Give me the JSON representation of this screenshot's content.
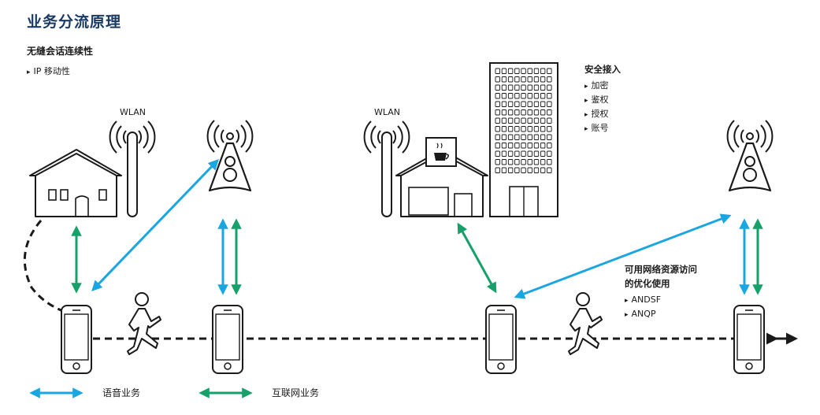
{
  "title": "业务分流原理",
  "seamless": {
    "heading": "无缝会话连续性",
    "items": [
      "IP 移动性"
    ]
  },
  "wlan_labels": [
    "WLAN",
    "WLAN"
  ],
  "secure_access": {
    "heading": "安全接入",
    "items": [
      "加密",
      "鉴权",
      "授权",
      "账号"
    ]
  },
  "optimization": {
    "heading_line1": "可用网络资源访问",
    "heading_line2": "的优化使用",
    "items": [
      "ANDSF",
      "ANQP"
    ]
  },
  "legend": {
    "voice": "语音业务",
    "internet": "互联网业务"
  },
  "colors": {
    "voice": "#1aa6e0",
    "internet": "#16a06a",
    "title": "#1a3a66"
  }
}
